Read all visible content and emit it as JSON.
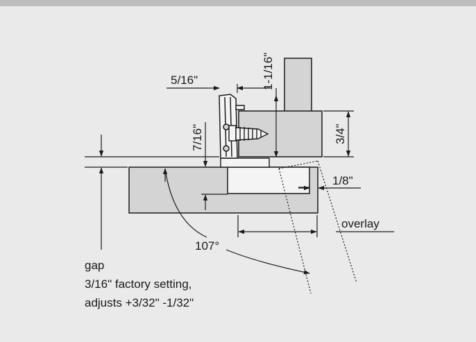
{
  "diagram": {
    "labels": {
      "dim_5_16": "5/16\"",
      "dim_1_1_16": "1-1/16\"",
      "dim_7_16": "7/16\"",
      "dim_3_4": "3/4\"",
      "dim_1_8": "1/8\"",
      "overlay": "overlay",
      "angle": "107°",
      "gap_title": "gap",
      "gap_line1": "3/16\" factory setting,",
      "gap_line2": "adjusts +3/32\" -1/32\""
    },
    "colors": {
      "background": "#eaeaea",
      "top_band": "#bdbdbd",
      "panel_fill": "#d4d4d4",
      "plate_fill": "#f4f4f4",
      "line": "#1a1a1a"
    }
  }
}
